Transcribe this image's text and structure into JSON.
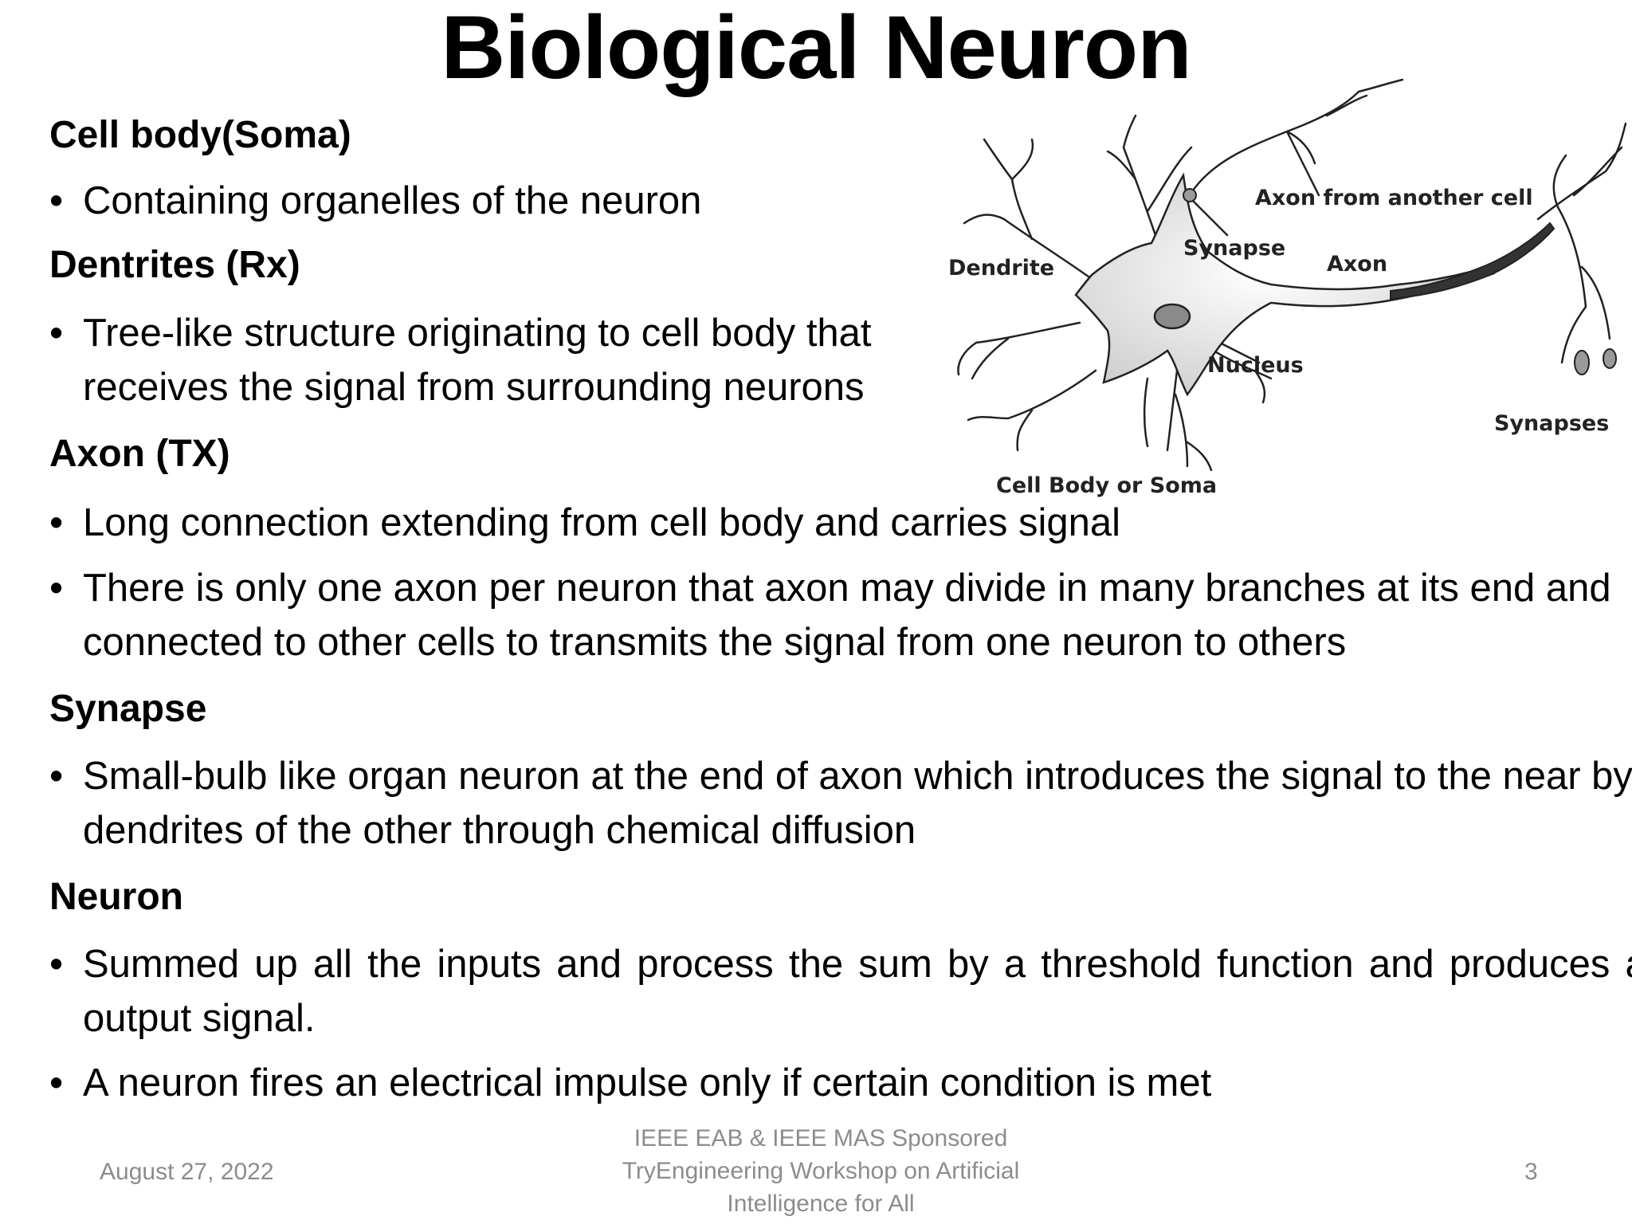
{
  "slide": {
    "title": "Biological Neuron",
    "sections": [
      {
        "heading": "Cell body(Soma)",
        "bullets": [
          "Containing organelles of the neuron"
        ]
      },
      {
        "heading": "Dentrites (Rx)",
        "bullets": [
          "Tree-like structure originating to cell body that receives the signal from surrounding neurons"
        ]
      },
      {
        "heading": "Axon (TX)",
        "bullets": [
          "Long connection extending from cell body and carries signal",
          "There is only one axon per neuron that axon may divide in many branches at its end and connected to other cells to transmits the signal from one neuron to others"
        ]
      },
      {
        "heading": "Synapse",
        "bullets": [
          "Small-bulb like organ neuron at the end of axon which  introduces the signal to the near by dendrites of the other through chemical diffusion"
        ]
      },
      {
        "heading": "Neuron",
        "bullets": [
          "Summed up all the inputs and process the sum by a threshold function and produces an output signal.",
          "A neuron fires an electrical impulse only if certain condition is met"
        ]
      }
    ]
  },
  "figure": {
    "labels": {
      "axon_from_another_cell": "Axon from another cell",
      "synapse": "Synapse",
      "dendrite": "Dendrite",
      "axon": "Axon",
      "nucleus": "Nucleus",
      "synapses": "Synapses",
      "cell_body": "Cell Body or Soma"
    }
  },
  "footer": {
    "date": "August 27, 2022",
    "center_lines": [
      "IEEE EAB & IEEE MAS Sponsored",
      "TryEngineering Workshop on Artificial",
      "Intelligence for All"
    ],
    "page_number": "3"
  }
}
